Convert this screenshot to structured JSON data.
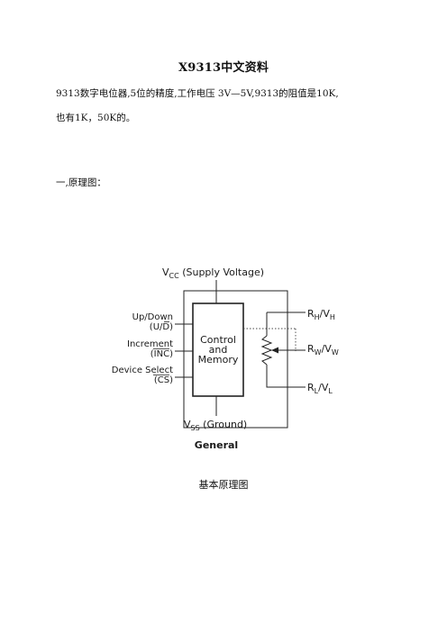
{
  "document": {
    "title": "X9313中文资料",
    "intro_line1": "9313数字电位器,5位的精度,工作电压 3V—5V,9313的阻值是10K,",
    "intro_line2": "也有1K，50K的。",
    "section_heading": "一,原理图：",
    "caption": "基本原理图"
  },
  "diagram": {
    "vcc_label": "V",
    "vcc_sub": "CC",
    "vcc_desc": " (Supply Voltage)",
    "updown_label": "Up/Down",
    "updown_pin": "(U/D)",
    "increment_label": "Increment",
    "increment_pin": "(INC)",
    "device_select_label": "Device Select",
    "device_select_pin": "(CS)",
    "block_line1": "Control",
    "block_line2": "and",
    "block_line3": "Memory",
    "rh_main": "R",
    "rh_sub": "H",
    "rh_slash": "/V",
    "rh_sub2": "H",
    "rw_main": "R",
    "rw_sub": "W",
    "rw_slash": "/V",
    "rw_sub2": "W",
    "rl_main": "R",
    "rl_sub": "L",
    "rl_slash": "/V",
    "rl_sub2": "L",
    "vss_label": "V",
    "vss_sub": "SS",
    "vss_desc": " (Ground)",
    "general_label": "General"
  }
}
